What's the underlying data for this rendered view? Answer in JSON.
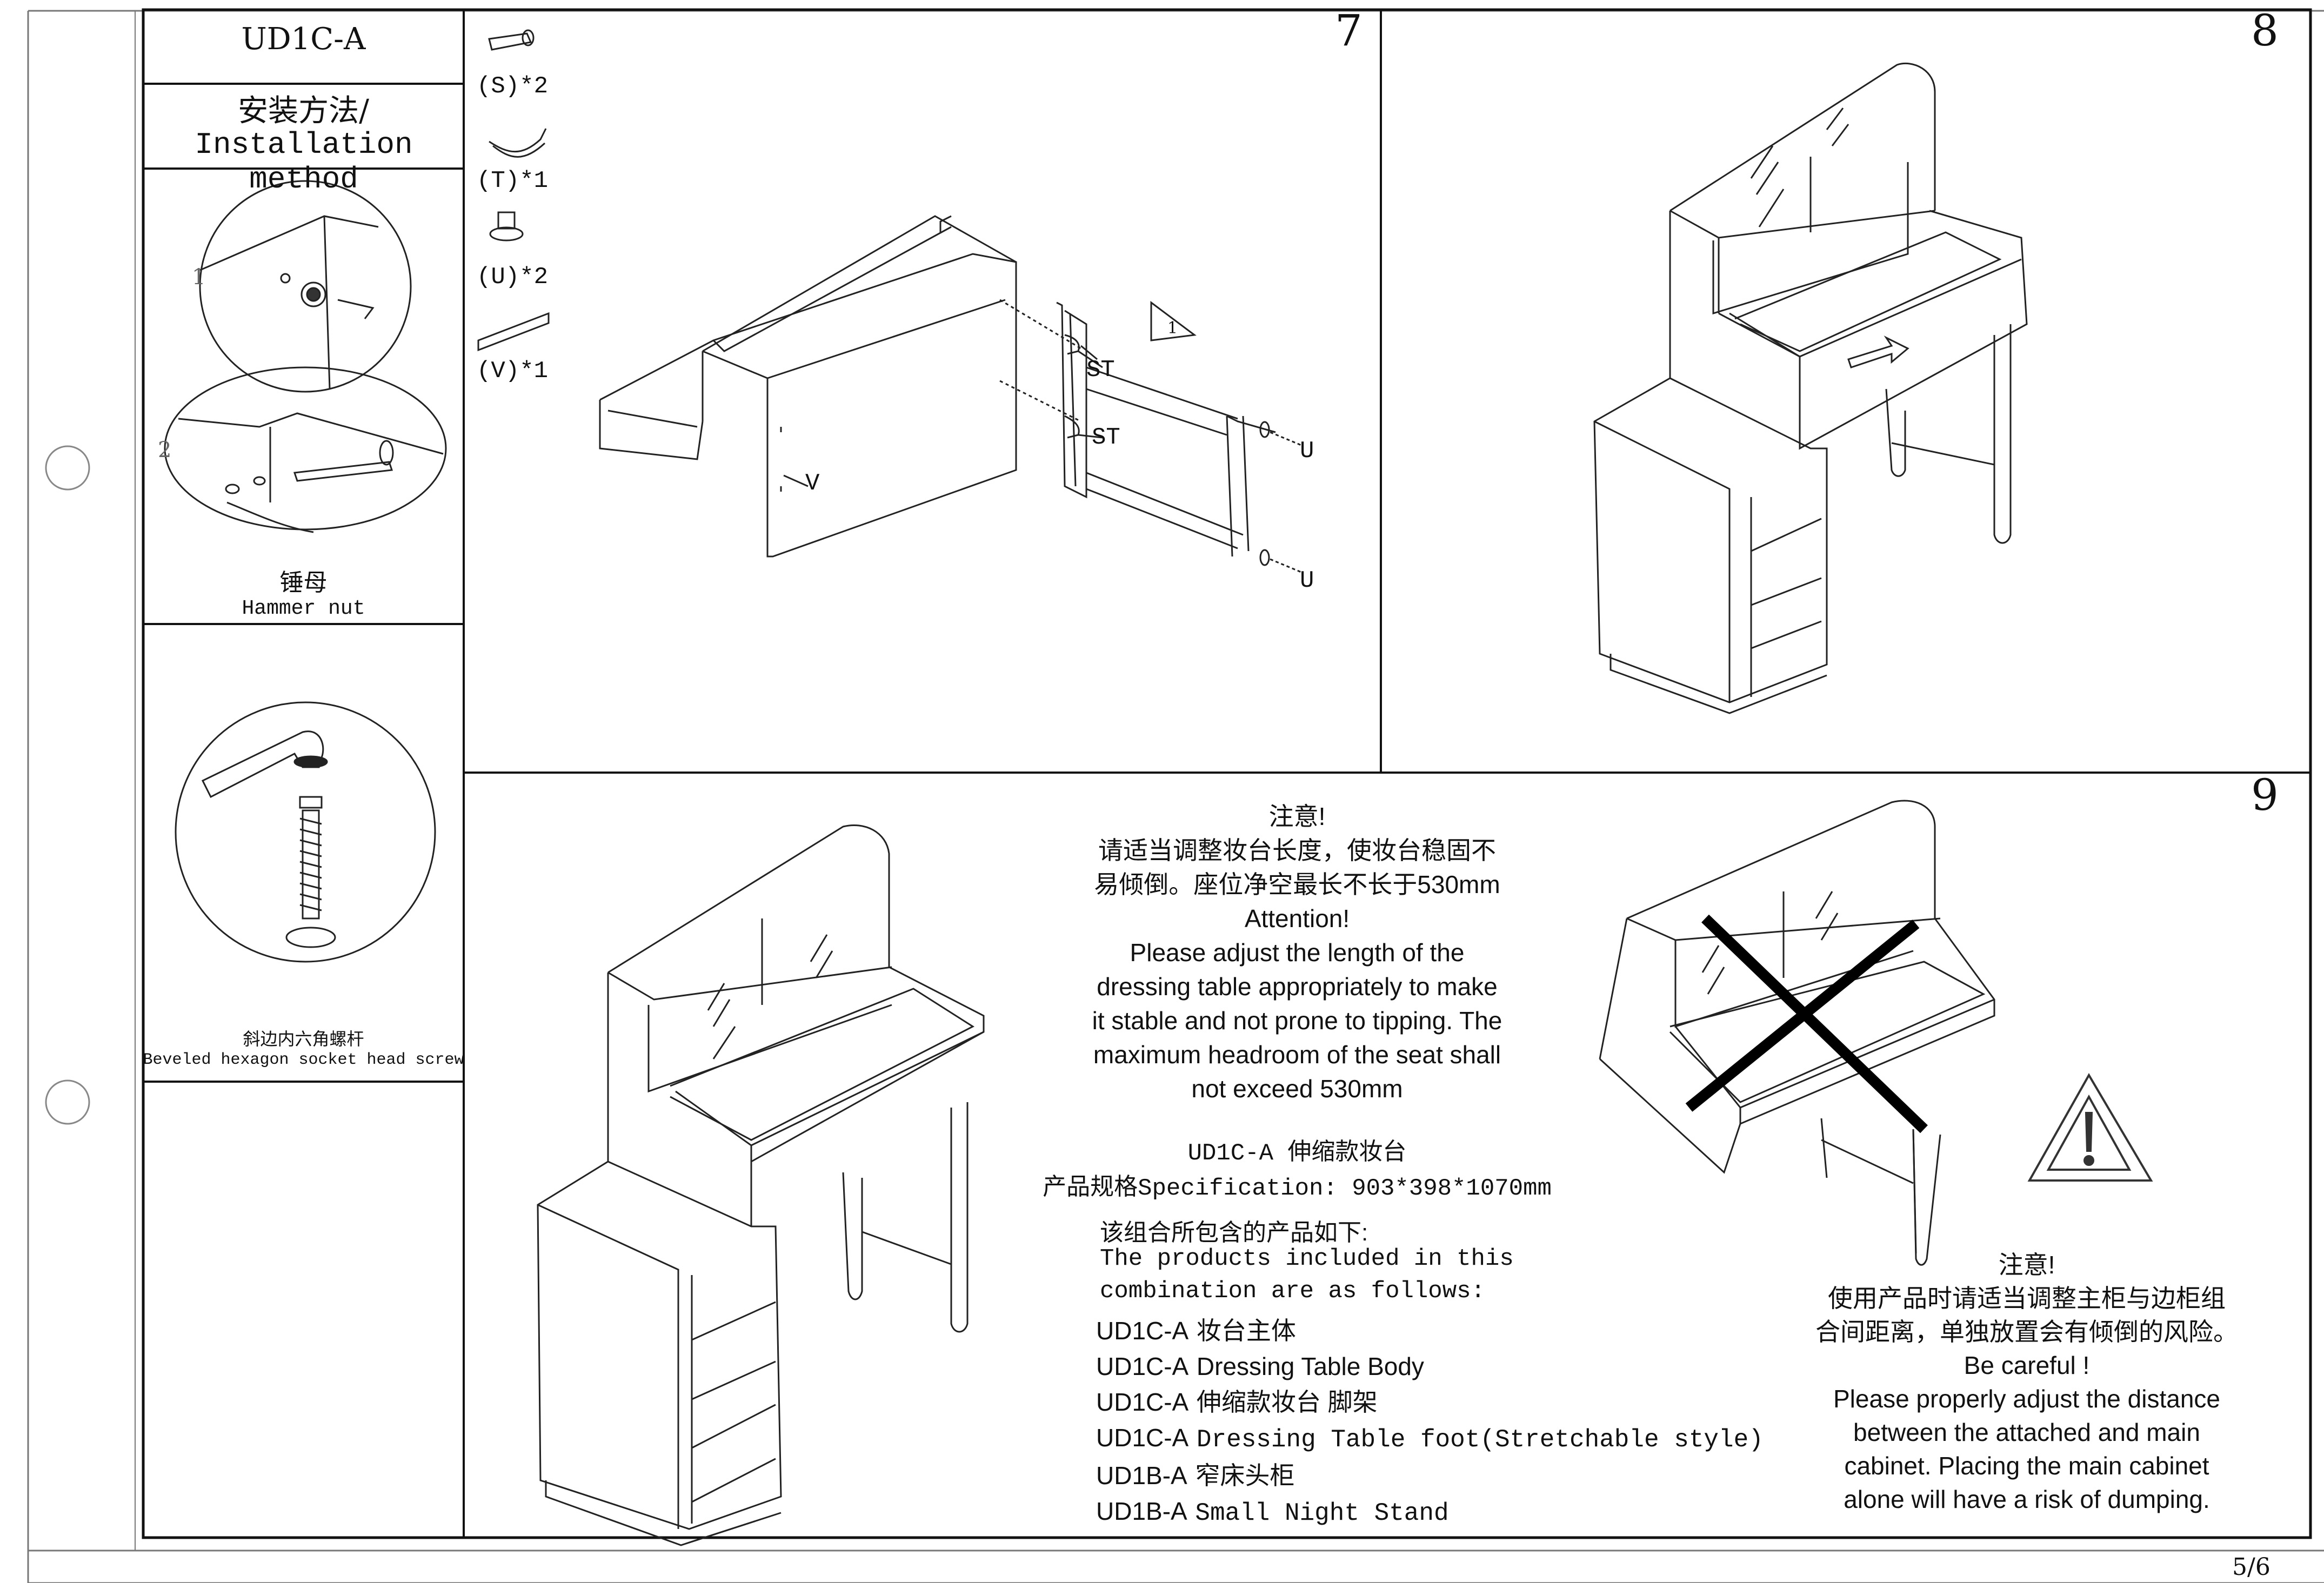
{
  "model_label": "UD1C-A",
  "install_heading": {
    "zh": "安装方法/",
    "en": "Installation method"
  },
  "hammer_nut": {
    "zh": "锤母",
    "en": "Hammer nut"
  },
  "screw": {
    "zh": "斜边内六角螺杆",
    "en": "Beveled hexagon socket head screw"
  },
  "parts": [
    {
      "label": "(S)*2",
      "icon": "bolt-icon"
    },
    {
      "label": "(T)*1",
      "icon": "allen-key-icon"
    },
    {
      "label": "(U)*2",
      "icon": "foot-screw-icon"
    },
    {
      "label": "(V)*1",
      "icon": "panel-strip-icon"
    }
  ],
  "step_numbers": {
    "step7": "7",
    "step8": "8",
    "step9": "9"
  },
  "step7_labels": {
    "v": "V",
    "st1": "ST",
    "st2": "ST",
    "u1": "U",
    "u2": "U",
    "warn": "1"
  },
  "step_markers": {
    "m1": "1",
    "m2": "2"
  },
  "attention_block": {
    "zh_title": "注意!",
    "zh_lines": [
      "请适当调整妆台长度，使妆台稳固不",
      "易倾倒。座位净空最长不长于530mm"
    ],
    "en_title": "Attention!",
    "en_lines": [
      "Please adjust the length of the",
      "dressing table appropriately to make",
      "it stable and not prone to tipping. The",
      "maximum headroom of the seat shall",
      "not exceed 530mm"
    ]
  },
  "product": {
    "name_line": "UD1C-A 伸缩款妆台",
    "spec_zh": "产品规格",
    "spec_en": "Specification: 903*398*1070mm",
    "includes_zh": "该组合所包含的产品如下:",
    "includes_en_1": "The products included in this",
    "includes_en_2": "combination are as follows:",
    "items": [
      {
        "code": "UD1C-A",
        "desc": "妆台主体"
      },
      {
        "code": "UD1C-A",
        "desc": "Dressing Table Body"
      },
      {
        "code": "UD1C-A",
        "desc": "伸缩款妆台 脚架"
      },
      {
        "code": "UD1C-A",
        "desc": "Dressing Table foot(Stretchable style)"
      },
      {
        "code": "UD1B-A",
        "desc": "窄床头柜"
      },
      {
        "code": "UD1B-A",
        "desc": "Small Night Stand"
      }
    ]
  },
  "careful_block": {
    "zh_title": "注意!",
    "zh_lines": [
      "使用产品时请适当调整主柜与边柜组",
      "合间距离，单独放置会有倾倒的风险。"
    ],
    "en_title": "Be careful !",
    "en_lines": [
      "Please properly adjust the distance",
      "between the  attached and  main",
      "cabinet. Placing the main cabinet",
      "alone will have a risk of dumping."
    ]
  },
  "page_number": "5/6"
}
